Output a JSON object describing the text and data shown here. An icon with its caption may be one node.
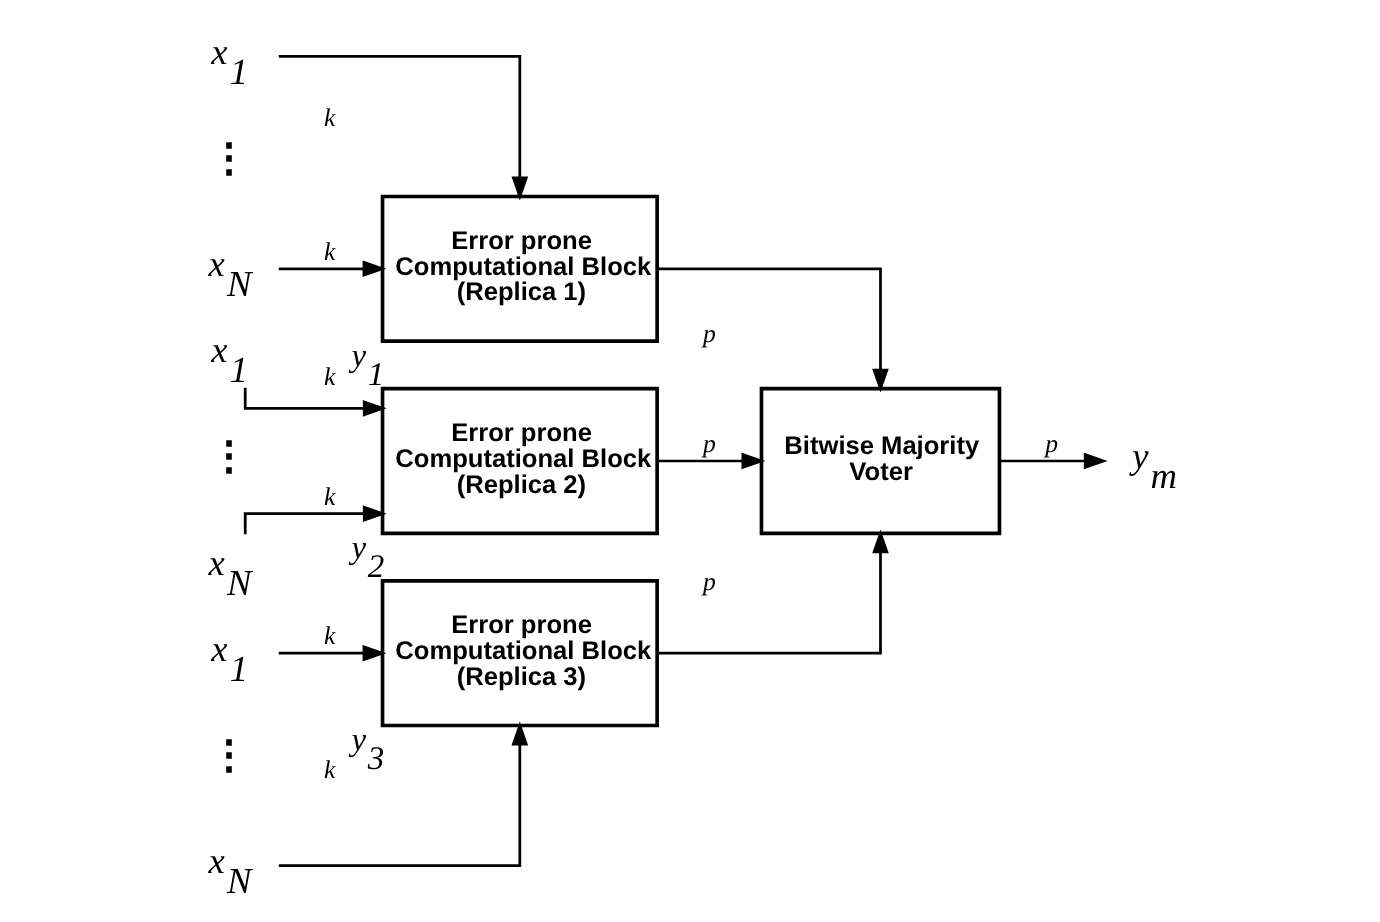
{
  "diagram": {
    "nodes": [
      {
        "text": [
          "x$_{1}$"
        ]
      },
      {
        "text": [
          "x$_{N}$"
        ]
      },
      {
        "text": [
          "Error prone Computational Block (Replica 1)"
        ],
        "beside": [
          "y$_{1}$"
        ]
      },
      {
        "text": [
          "x$_{1}$"
        ]
      },
      {
        "text": [
          "x$_{N}$"
        ]
      },
      {
        "text": [
          "Error prone Computational Block (Replica 2)"
        ],
        "beside": [
          "y$_{2}$"
        ]
      },
      {
        "text": [
          "x$_{1}$"
        ]
      },
      {
        "text": [
          "x$_{N}$"
        ]
      },
      {
        "text": [
          "Error prone Computational Block (Replica 3)"
        ],
        "beside": [
          "y$_{3}$"
        ]
      },
      {
        "text": [
          "Bitwise Majority Voter"
        ]
      },
      {
        "text": [
          "y$_{m}$"
        ]
      }
    ],
    "edges": [
      {
        "from": 0,
        "to": 2,
        "arrow": "to",
        "label": "k"
      },
      {
        "from": 1,
        "to": 2,
        "arrow": "to",
        "label": "k"
      },
      {
        "from": 3,
        "to": 5,
        "arrow": "to",
        "label": "k"
      },
      {
        "from": 4,
        "to": 5,
        "arrow": "to",
        "label": "k"
      },
      {
        "from": 6,
        "to": 8,
        "arrow": "to",
        "label": "k"
      },
      {
        "from": 7,
        "to": 8,
        "arrow": "to",
        "label": "k"
      },
      {
        "from": 2,
        "to": 9,
        "arrow": "to",
        "label": "p"
      },
      {
        "from": 5,
        "to": 9,
        "arrow": "to",
        "label": "p"
      },
      {
        "from": 8,
        "to": 9,
        "arrow": "to",
        "label": "p"
      },
      {
        "from": 9,
        "to": 10,
        "arrow": "to",
        "label": "p"
      }
    ],
    "labels": [
      "⋮",
      "⋮",
      "⋮"
    ]
  }
}
